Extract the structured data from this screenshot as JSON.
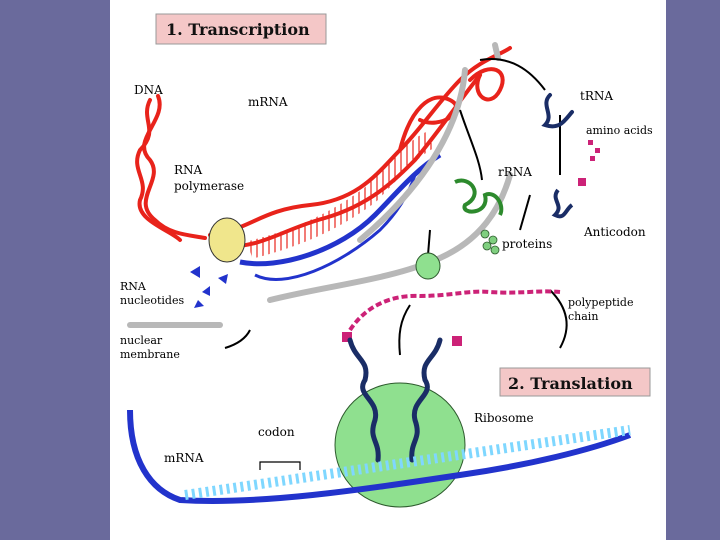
{
  "section1_title": "1. Transcription",
  "section2_title": "2. Translation",
  "labels": {
    "dna": "DNA",
    "mrna_top": "mRNA",
    "rna_polymerase_1": "RNA",
    "rna_polymerase_2": "polymerase",
    "trna": "tRNA",
    "amino_acids": "amino acids",
    "rrna": "rRNA",
    "anticodon": "Anticodon",
    "proteins": "proteins",
    "rna_nucleotides_1": "RNA",
    "rna_nucleotides_2": "nucleotides",
    "polypeptide_1": "polypeptide",
    "polypeptide_2": "chain",
    "nuclear_membrane_1": "nuclear",
    "nuclear_membrane_2": "membrane",
    "ribosome": "Ribosome",
    "codon": "codon",
    "mrna_bottom": "mRNA"
  },
  "colors": {
    "background": "#6a6a9c",
    "panel": "#ffffff",
    "dna": "#e8231b",
    "mrna": "#2233cc",
    "trna": "#1a2d66",
    "rrna": "#2d8a2d",
    "protein": "#7fcf7f",
    "ribosome": "#8fe08f",
    "polymerase": "#f0e68c",
    "amino_acid": "#cc2277",
    "membrane": "#b8b8b8",
    "title_box": "#f4c7c7",
    "bottom_mrna_teeth": "#7fd7ff"
  }
}
